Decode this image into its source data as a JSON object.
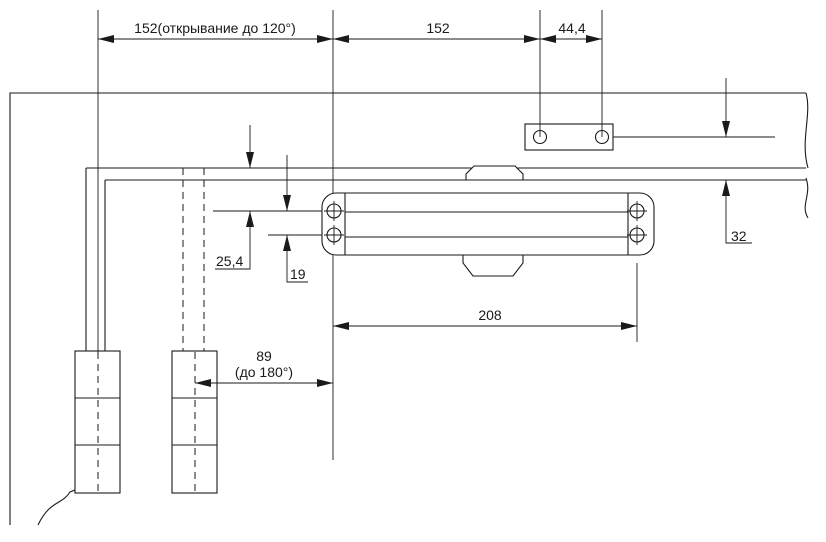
{
  "dimensions": {
    "opening_120": "152(открывание до 120°)",
    "offset_152": "152",
    "bracket_spacing": "44,4",
    "bracket_offset": "32",
    "body_offset": "25,4",
    "hole_spacing": "19",
    "body_length": "208",
    "opening_180_value": "89",
    "opening_180_note": "(до 180°)"
  }
}
